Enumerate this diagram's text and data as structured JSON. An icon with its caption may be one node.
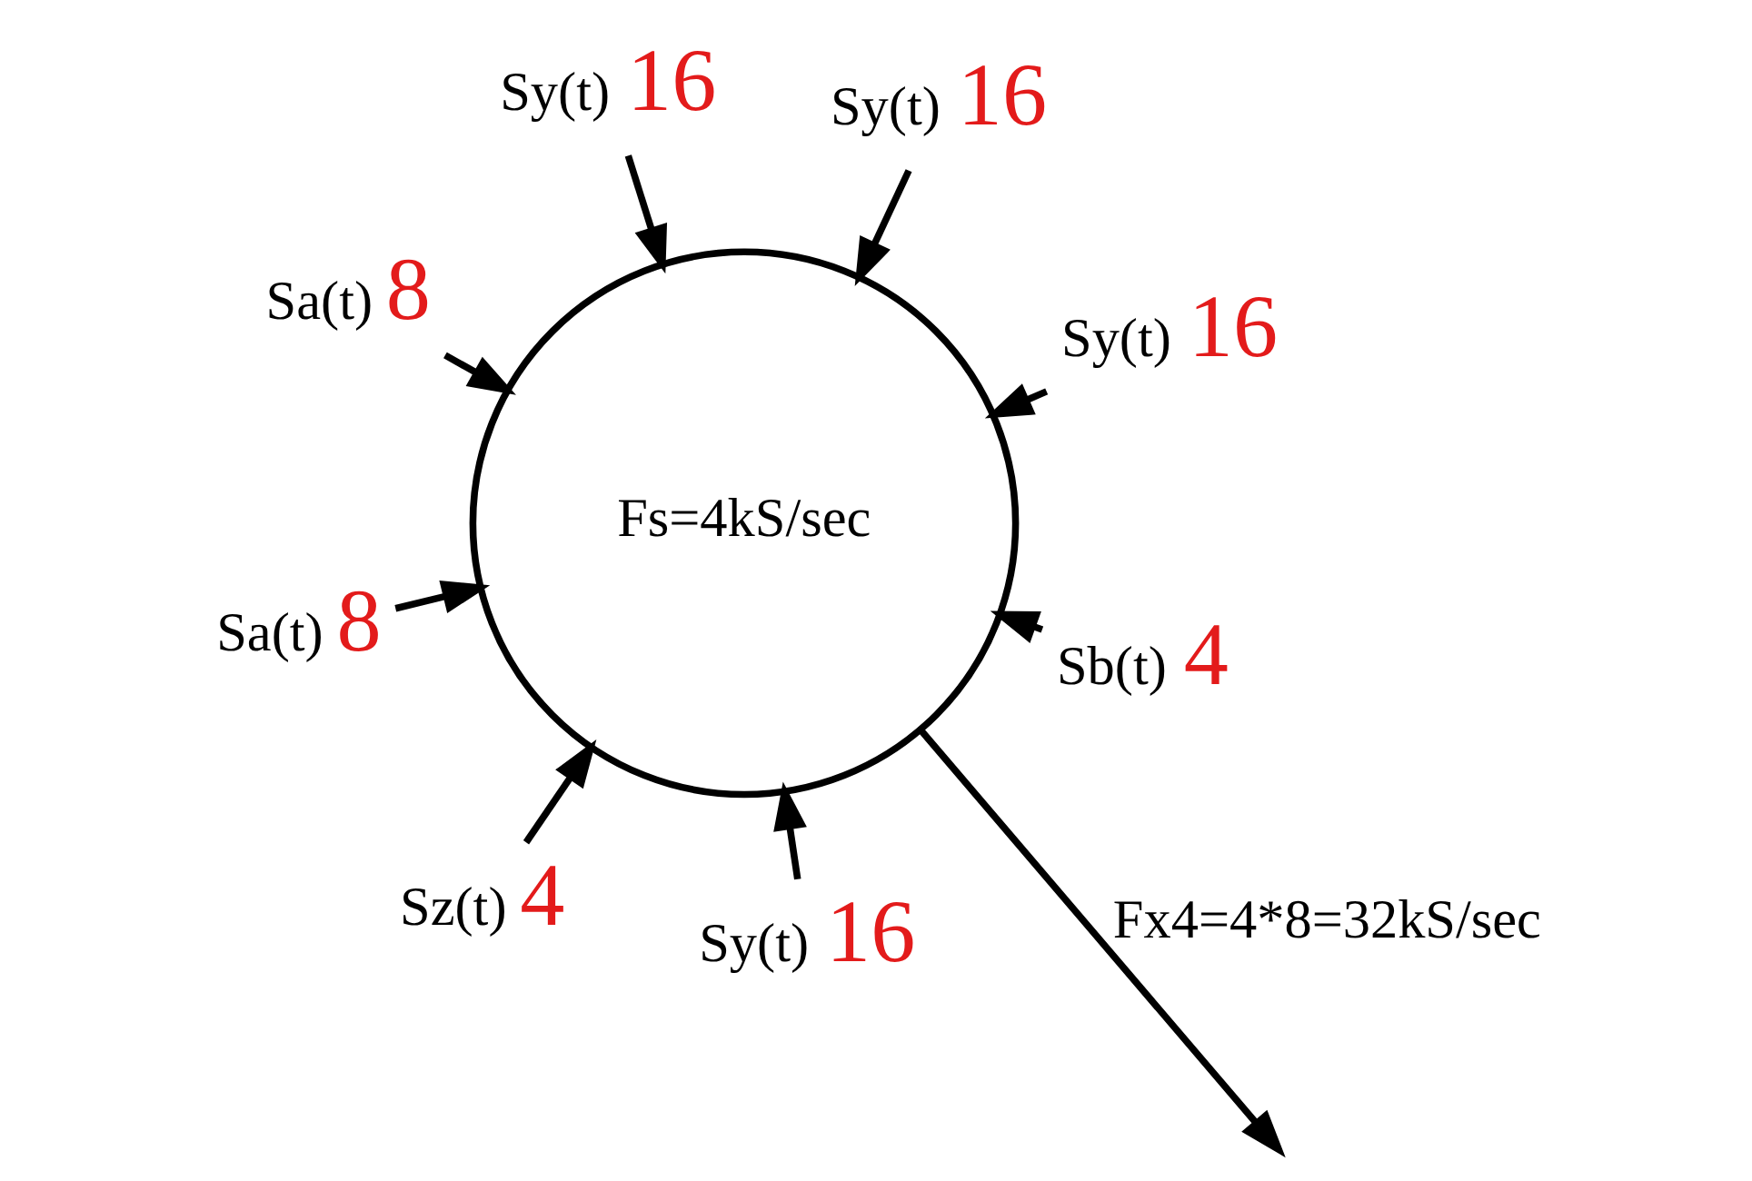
{
  "diagram": {
    "nodes": [
      {
        "text": [
          "Fs=4kS/sec"
        ]
      },
      {
        "text": [
          "Sy(t)"
        ],
        "beside": [
          "16"
        ]
      },
      {
        "text": [
          "Sz(t)"
        ],
        "beside": [
          "4"
        ]
      },
      {
        "text": [
          "Sa(t)"
        ],
        "beside": [
          "8"
        ]
      },
      {
        "text": [
          "Sy(t)"
        ],
        "beside": [
          "16"
        ]
      },
      {
        "text": [
          "Sy(t)"
        ],
        "beside": [
          "16"
        ]
      },
      {
        "text": [
          "Sa(t)"
        ],
        "beside": [
          "8"
        ]
      },
      {
        "text": [
          "Sb(t)"
        ],
        "beside": [
          "4"
        ]
      },
      {
        "text": [
          "Sy(t)"
        ],
        "beside": [
          "16"
        ]
      }
    ],
    "edges": [
      {
        "from": 1,
        "to": 0,
        "arrow": "to"
      },
      {
        "from": 2,
        "to": 0,
        "arrow": "to"
      },
      {
        "from": 3,
        "to": 0,
        "arrow": "to"
      },
      {
        "from": 4,
        "to": 0,
        "arrow": "to"
      },
      {
        "from": 5,
        "to": 0,
        "arrow": "to"
      },
      {
        "from": 6,
        "to": 0,
        "arrow": "to"
      },
      {
        "from": 7,
        "to": 0,
        "arrow": "to"
      },
      {
        "from": 8,
        "to": 0,
        "arrow": "to"
      },
      {
        "from": 0,
        "to": null,
        "arrow": "to",
        "label": "Fx4=4*8=32kS/sec"
      }
    ]
  }
}
